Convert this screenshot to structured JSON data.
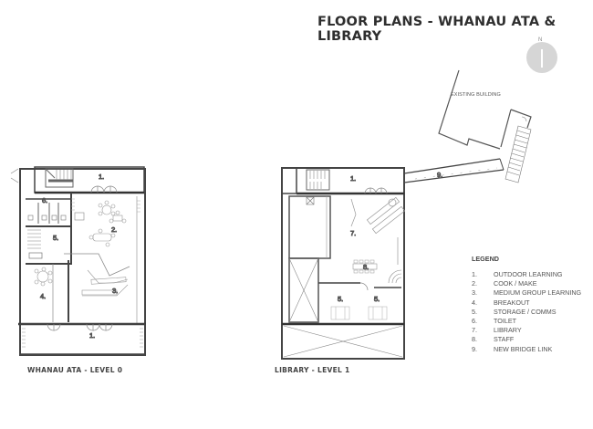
{
  "title": "FLOOR PLANS - WHANAU ATA & LIBRARY",
  "north_arrow": {
    "letter": "N",
    "color": "#d6d6d6"
  },
  "existing_building_label": "EXISTING BUILDING",
  "plans": [
    {
      "label": "WHANAU ATA - LEVEL 0",
      "rooms": [
        {
          "num": "1.",
          "name": "OUTDOOR LEARNING",
          "position": "top"
        },
        {
          "num": "6.",
          "name": "TOILET"
        },
        {
          "num": "2.",
          "name": "COOK / MAKE"
        },
        {
          "num": "5.",
          "name": "STORAGE / COMMS"
        },
        {
          "num": "4.",
          "name": "BREAKOUT"
        },
        {
          "num": "3.",
          "name": "MEDIUM GROUP LEARNING"
        },
        {
          "num": "1.",
          "name": "OUTDOOR LEARNING",
          "position": "bottom"
        }
      ]
    },
    {
      "label": "LIBRARY - LEVEL 1",
      "rooms": [
        {
          "num": "1.",
          "name": "OUTDOOR LEARNING"
        },
        {
          "num": "7.",
          "name": "LIBRARY"
        },
        {
          "num": "8.",
          "name": "STAFF"
        },
        {
          "num": "5.",
          "name": "STORAGE / COMMS",
          "position": "left"
        },
        {
          "num": "5.",
          "name": "STORAGE / COMMS",
          "position": "right"
        },
        {
          "num": "9.",
          "name": "NEW BRIDGE LINK"
        }
      ]
    }
  ],
  "legend": {
    "title": "LEGEND",
    "items": [
      {
        "num": "1.",
        "label": "OUTDOOR LEARNING"
      },
      {
        "num": "2.",
        "label": "COOK / MAKE"
      },
      {
        "num": "3.",
        "label": "MEDIUM GROUP LEARNING"
      },
      {
        "num": "4.",
        "label": "BREAKOUT"
      },
      {
        "num": "5.",
        "label": "STORAGE / COMMS"
      },
      {
        "num": "6.",
        "label": "TOILET"
      },
      {
        "num": "7.",
        "label": "LIBRARY"
      },
      {
        "num": "8.",
        "label": "STAFF"
      },
      {
        "num": "9.",
        "label": "NEW BRIDGE LINK"
      }
    ]
  }
}
